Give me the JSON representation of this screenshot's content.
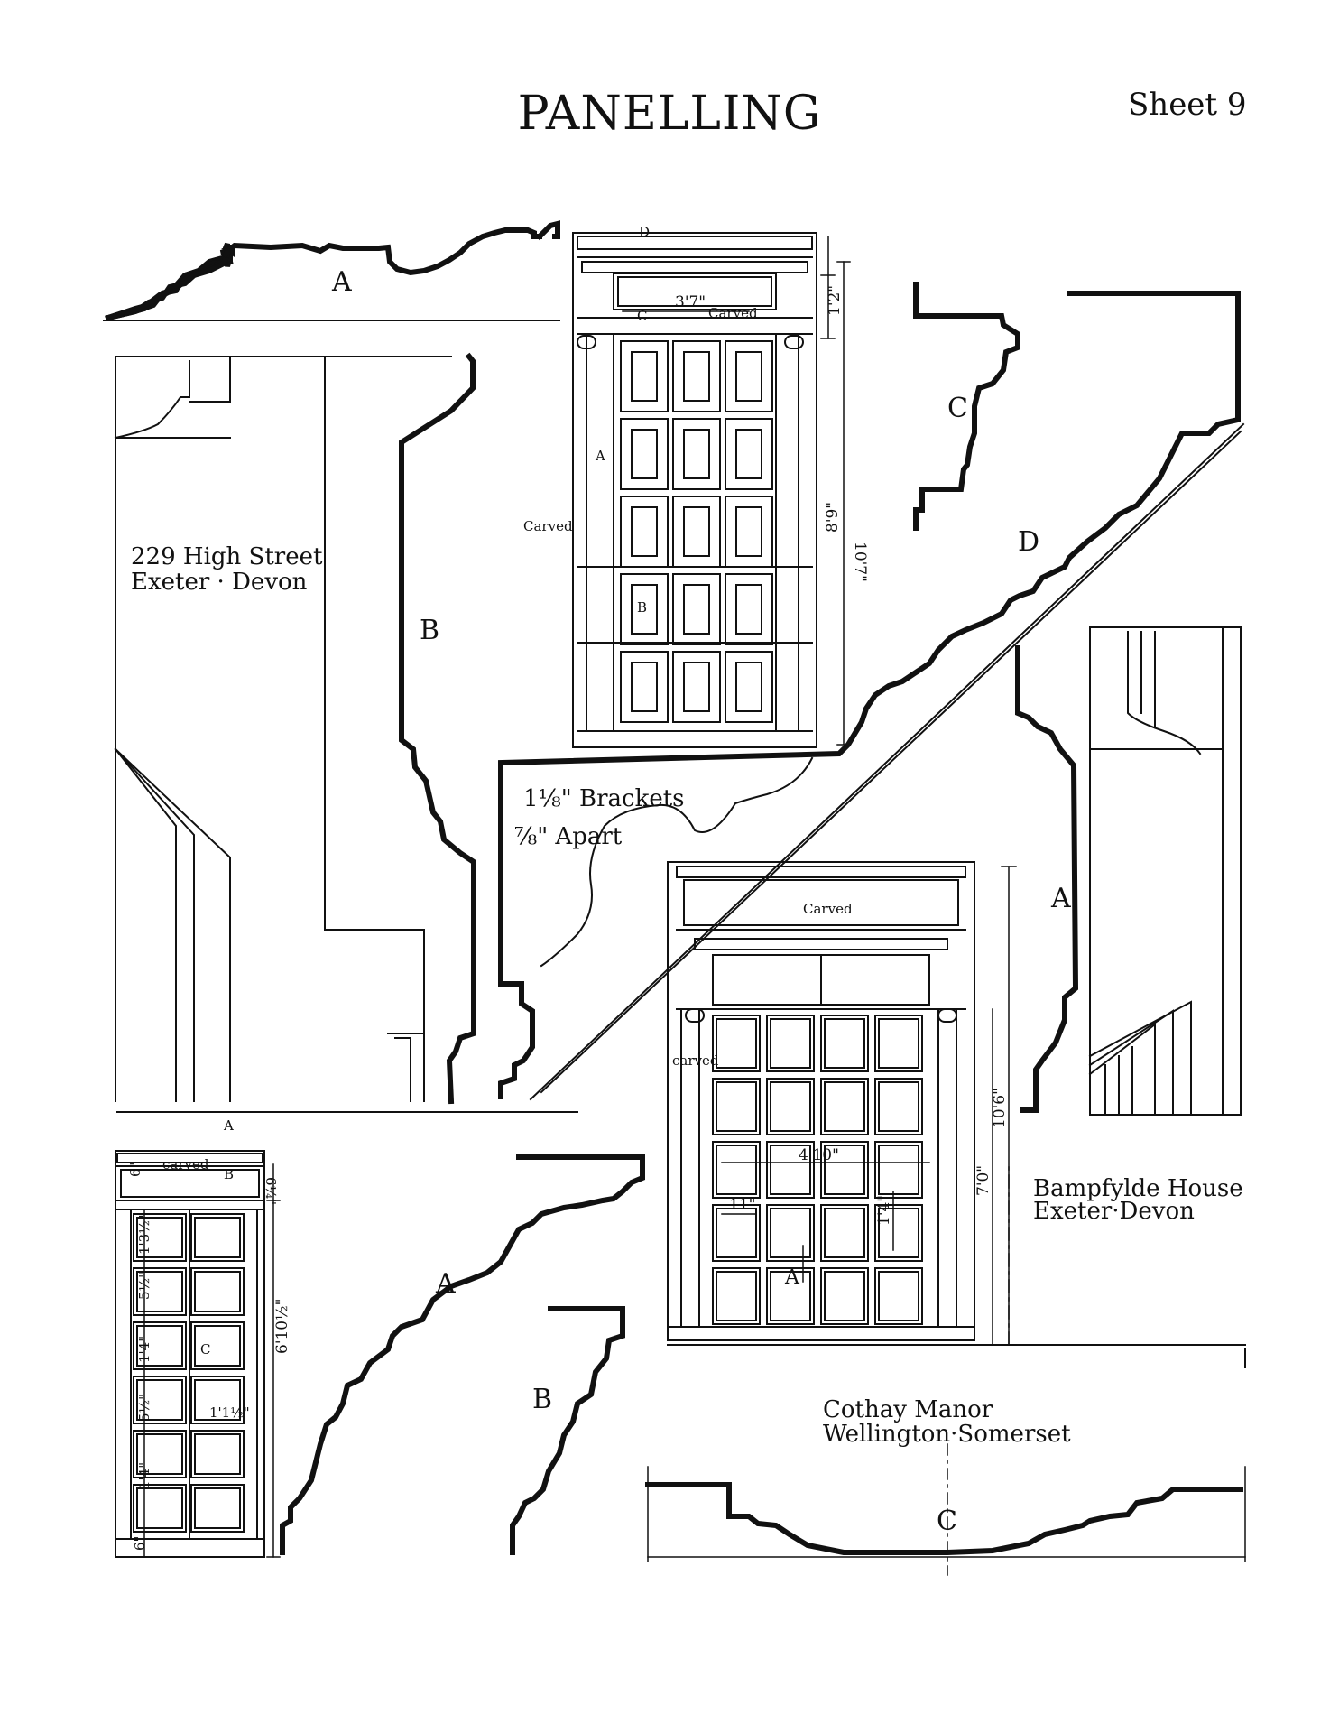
{
  "title": "PANELLING",
  "sheet": "Sheet 9",
  "locations": {
    "exeter_high_street": {
      "line1": "229 High Street",
      "line2": "Exeter · Devon"
    },
    "bampfylde": {
      "line1": "Bampfylde House",
      "line2": "Exeter·Devon"
    },
    "cothay": {
      "line1": "Cothay Manor",
      "line2": "Wellington·Somerset"
    }
  },
  "brackets_note": {
    "line1": "1⅛\" Brackets",
    "line2": "⅞\" Apart"
  },
  "section_letters": {
    "a": "A",
    "b": "B",
    "c": "C",
    "d": "D"
  },
  "notes": {
    "carved": "Carved",
    "carved_lower": "carved"
  },
  "dimensions": {
    "top_elev_width": "3'7\"",
    "top_elev_frieze": "1'2\"",
    "top_elev_panels": "8'9\"",
    "top_elev_total": "10'7\"",
    "mid_elev_width": "4'10\"",
    "mid_elev_panel_w": "11\"",
    "mid_elev_panel_h": "1'4\"",
    "mid_elev_panels": "7'0\"",
    "mid_elev_total": "10'6\"",
    "left_elev_frieze": "6\"",
    "left_elev_frieze2": "6¼\"",
    "left_elev_panel1": "1'3½\"",
    "left_elev_rail1": "5½\"",
    "left_elev_panel2": "1'4\"",
    "left_elev_rail2": "5½\"",
    "left_elev_rail2b": "1'1½\"",
    "left_elev_panel3": "1'4\"",
    "left_elev_base": "6\"",
    "left_elev_total": "6'10½\""
  }
}
